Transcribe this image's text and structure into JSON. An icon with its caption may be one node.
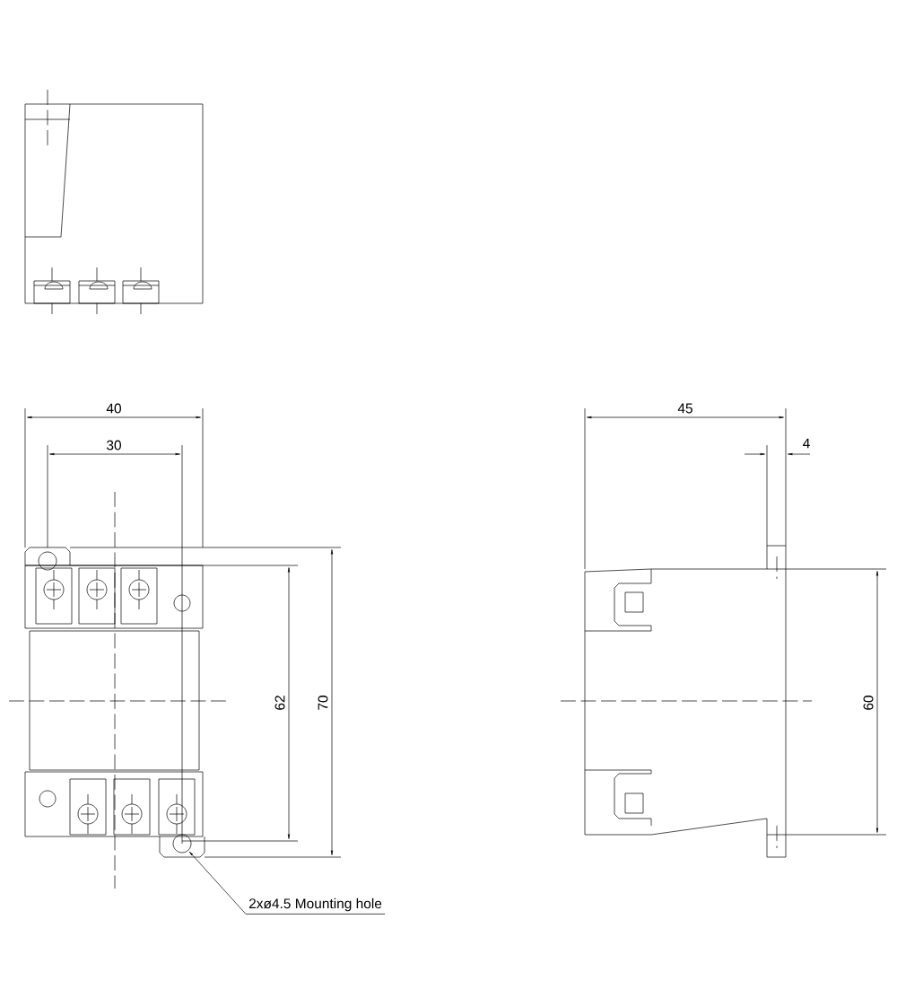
{
  "diagram": {
    "nodes": [
      {
        "text": [
          "2xø4.5 Mounting hole"
        ]
      },
      {
        "text": [],
        "shape": "circle"
      }
    ],
    "edges": [
      {
        "from": 0,
        "to": 1,
        "arrow": "to"
      }
    ],
    "labels": [
      "40",
      "30",
      "62",
      "70",
      "45",
      "4",
      "60"
    ]
  }
}
